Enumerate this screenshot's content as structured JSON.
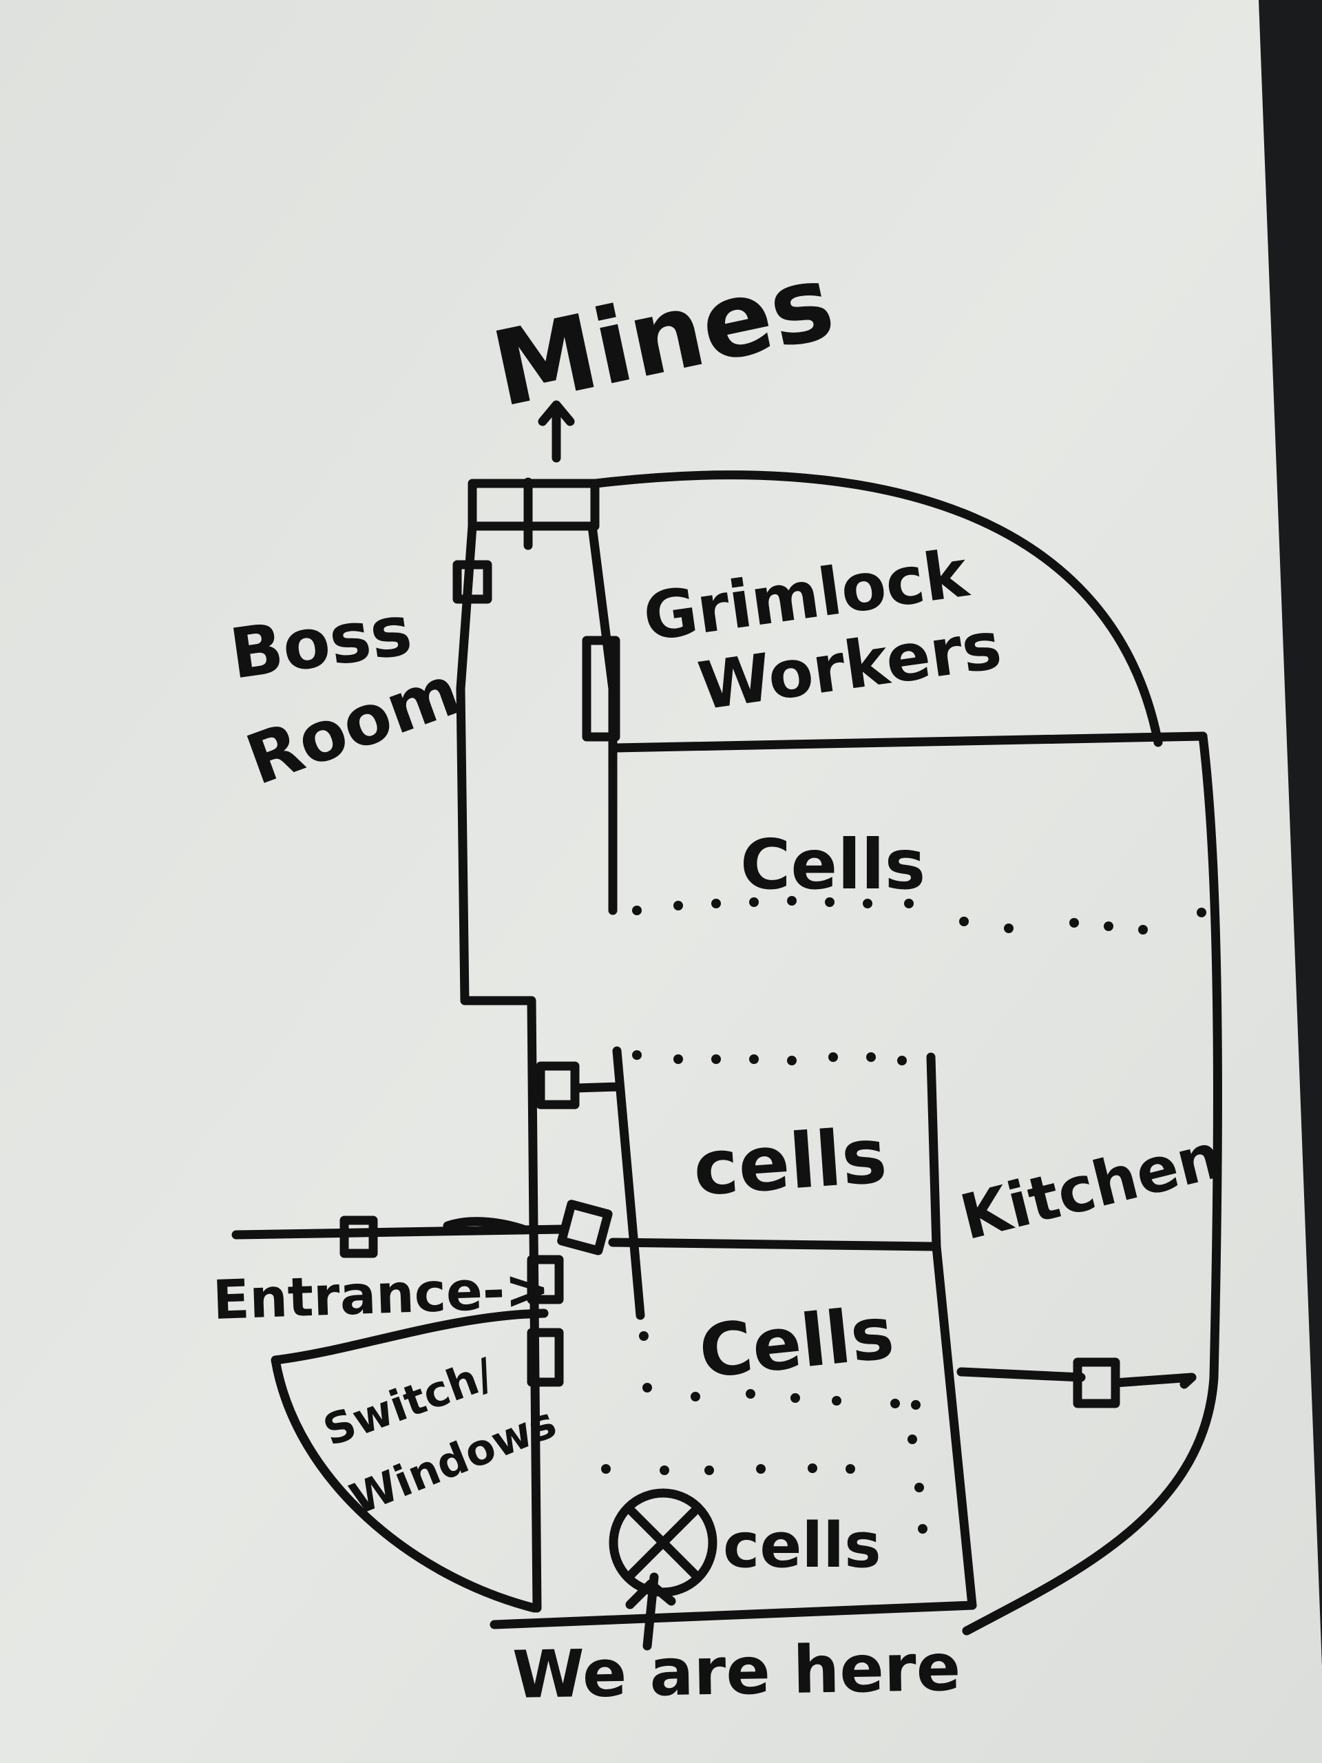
{
  "map": {
    "labels": {
      "mines": "Mines",
      "boss_room_line1": "Boss",
      "boss_room_line2": "Room",
      "grimlock_line1": "Grimlock",
      "grimlock_line2": "Workers",
      "cells_upper": "Cells",
      "cells_middle": "cells",
      "cells_lower": "Cells",
      "cells_bottom": "cells",
      "kitchen": "Kitchen",
      "entrance": "Entrance->",
      "switch_line1": "Switch/",
      "switch_line2": "Windows",
      "we_are_here": "We are here"
    },
    "colors": {
      "paper": "#e3e5e2",
      "ink": "#111111",
      "background": "#1a1b1d"
    }
  }
}
